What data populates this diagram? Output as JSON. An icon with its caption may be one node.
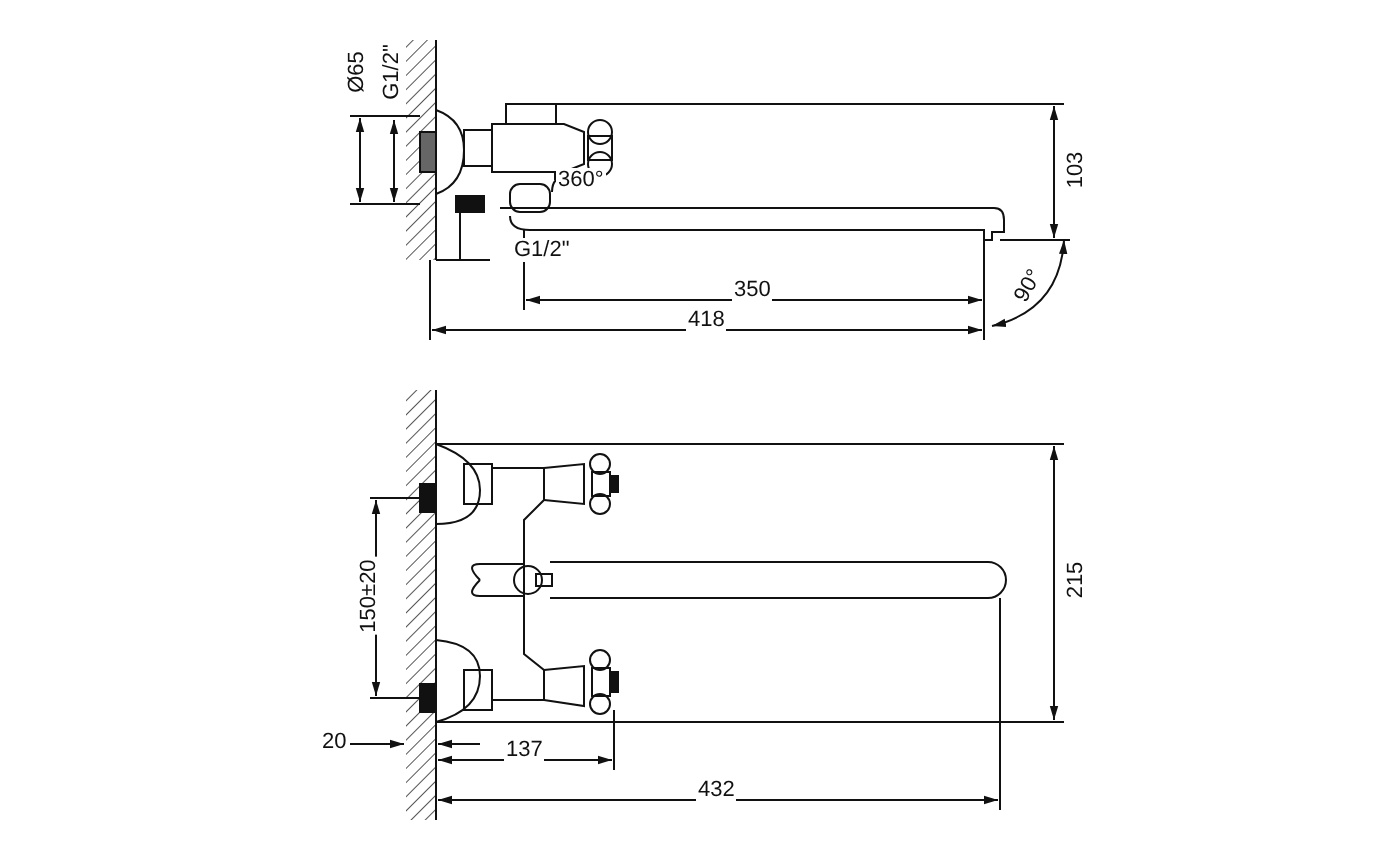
{
  "diagram": {
    "labels": [
      "Ø65",
      "G1/2\"",
      "360°",
      "103",
      "G1/2\"",
      "90°",
      "350",
      "418",
      "215",
      "150±20",
      "20",
      "137",
      "432"
    ]
  }
}
